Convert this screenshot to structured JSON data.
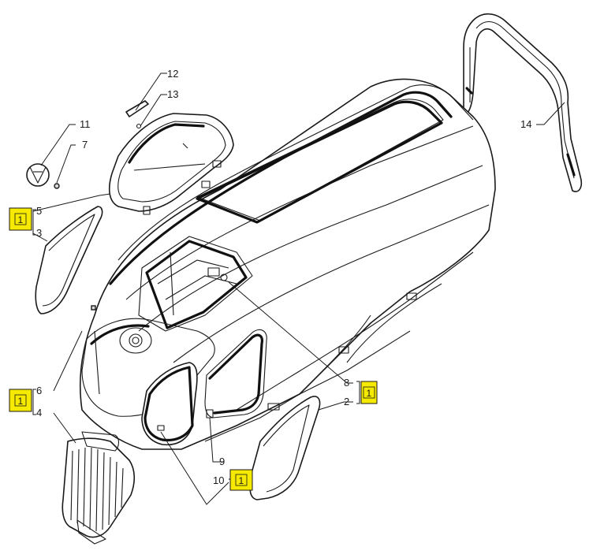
{
  "diagram": {
    "type": "exploded-parts-view",
    "callouts": {
      "c1": "1",
      "c2": "2",
      "c3": "3",
      "c4": "4",
      "c5": "5",
      "c6": "6",
      "c7": "7",
      "c8": "8",
      "c9": "9",
      "c10": "10",
      "c11": "11",
      "c12": "12",
      "c13": "13",
      "c14": "14"
    },
    "badge_label": "1",
    "badge_color": "#f6ea00",
    "line_color": "#1a1a1a"
  }
}
